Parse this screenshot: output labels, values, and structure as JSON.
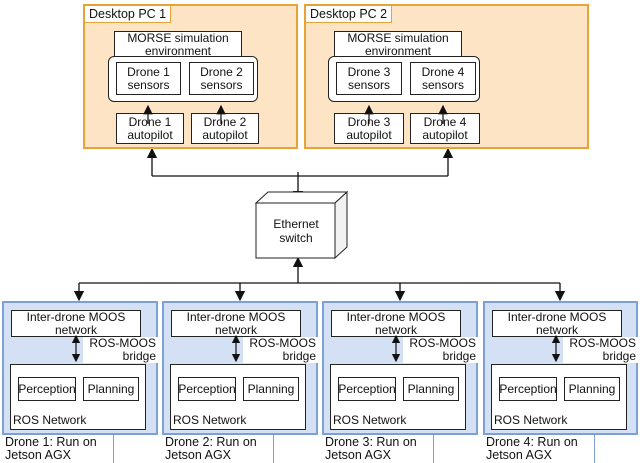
{
  "desktops": [
    {
      "label": "Desktop PC 1",
      "env": "MORSE simulation environment",
      "sensors": [
        "Drone 1 sensors",
        "Drone 2 sensors"
      ],
      "autopilots": [
        "Drone 1 autopilot",
        "Drone 2 autopilot"
      ]
    },
    {
      "label": "Desktop PC 2",
      "env": "MORSE simulation environment",
      "sensors": [
        "Drone 3 sensors",
        "Drone 4 sensors"
      ],
      "autopilots": [
        "Drone 3 autopilot",
        "Drone 4 autopilot"
      ]
    }
  ],
  "switch": {
    "label": "Ethernet switch"
  },
  "drones": [
    {
      "moos": "Inter-drone MOOS network",
      "bridge": "ROS-MOOS bridge",
      "perception": "Perception",
      "planning": "Planning",
      "ros": "ROS Network",
      "label": "Drone 1: Run on Jetson AGX"
    },
    {
      "moos": "Inter-drone MOOS network",
      "bridge": "ROS-MOOS bridge",
      "perception": "Perception",
      "planning": "Planning",
      "ros": "ROS Network",
      "label": "Drone 2: Run on Jetson AGX"
    },
    {
      "moos": "Inter-drone MOOS network",
      "bridge": "ROS-MOOS bridge",
      "perception": "Perception",
      "planning": "Planning",
      "ros": "ROS Network",
      "label": "Drone 3: Run on Jetson AGX"
    },
    {
      "moos": "Inter-drone MOOS network",
      "bridge": "ROS-MOOS bridge",
      "perception": "Perception",
      "planning": "Planning",
      "ros": "ROS Network",
      "label": "Drone 4: Run on Jetson AGX"
    }
  ],
  "colors": {
    "pc_border": "#e8a23a",
    "pc_fill": "#fde4c4",
    "drone_border": "#7d9fd6",
    "drone_fill": "#d4e0f4"
  }
}
